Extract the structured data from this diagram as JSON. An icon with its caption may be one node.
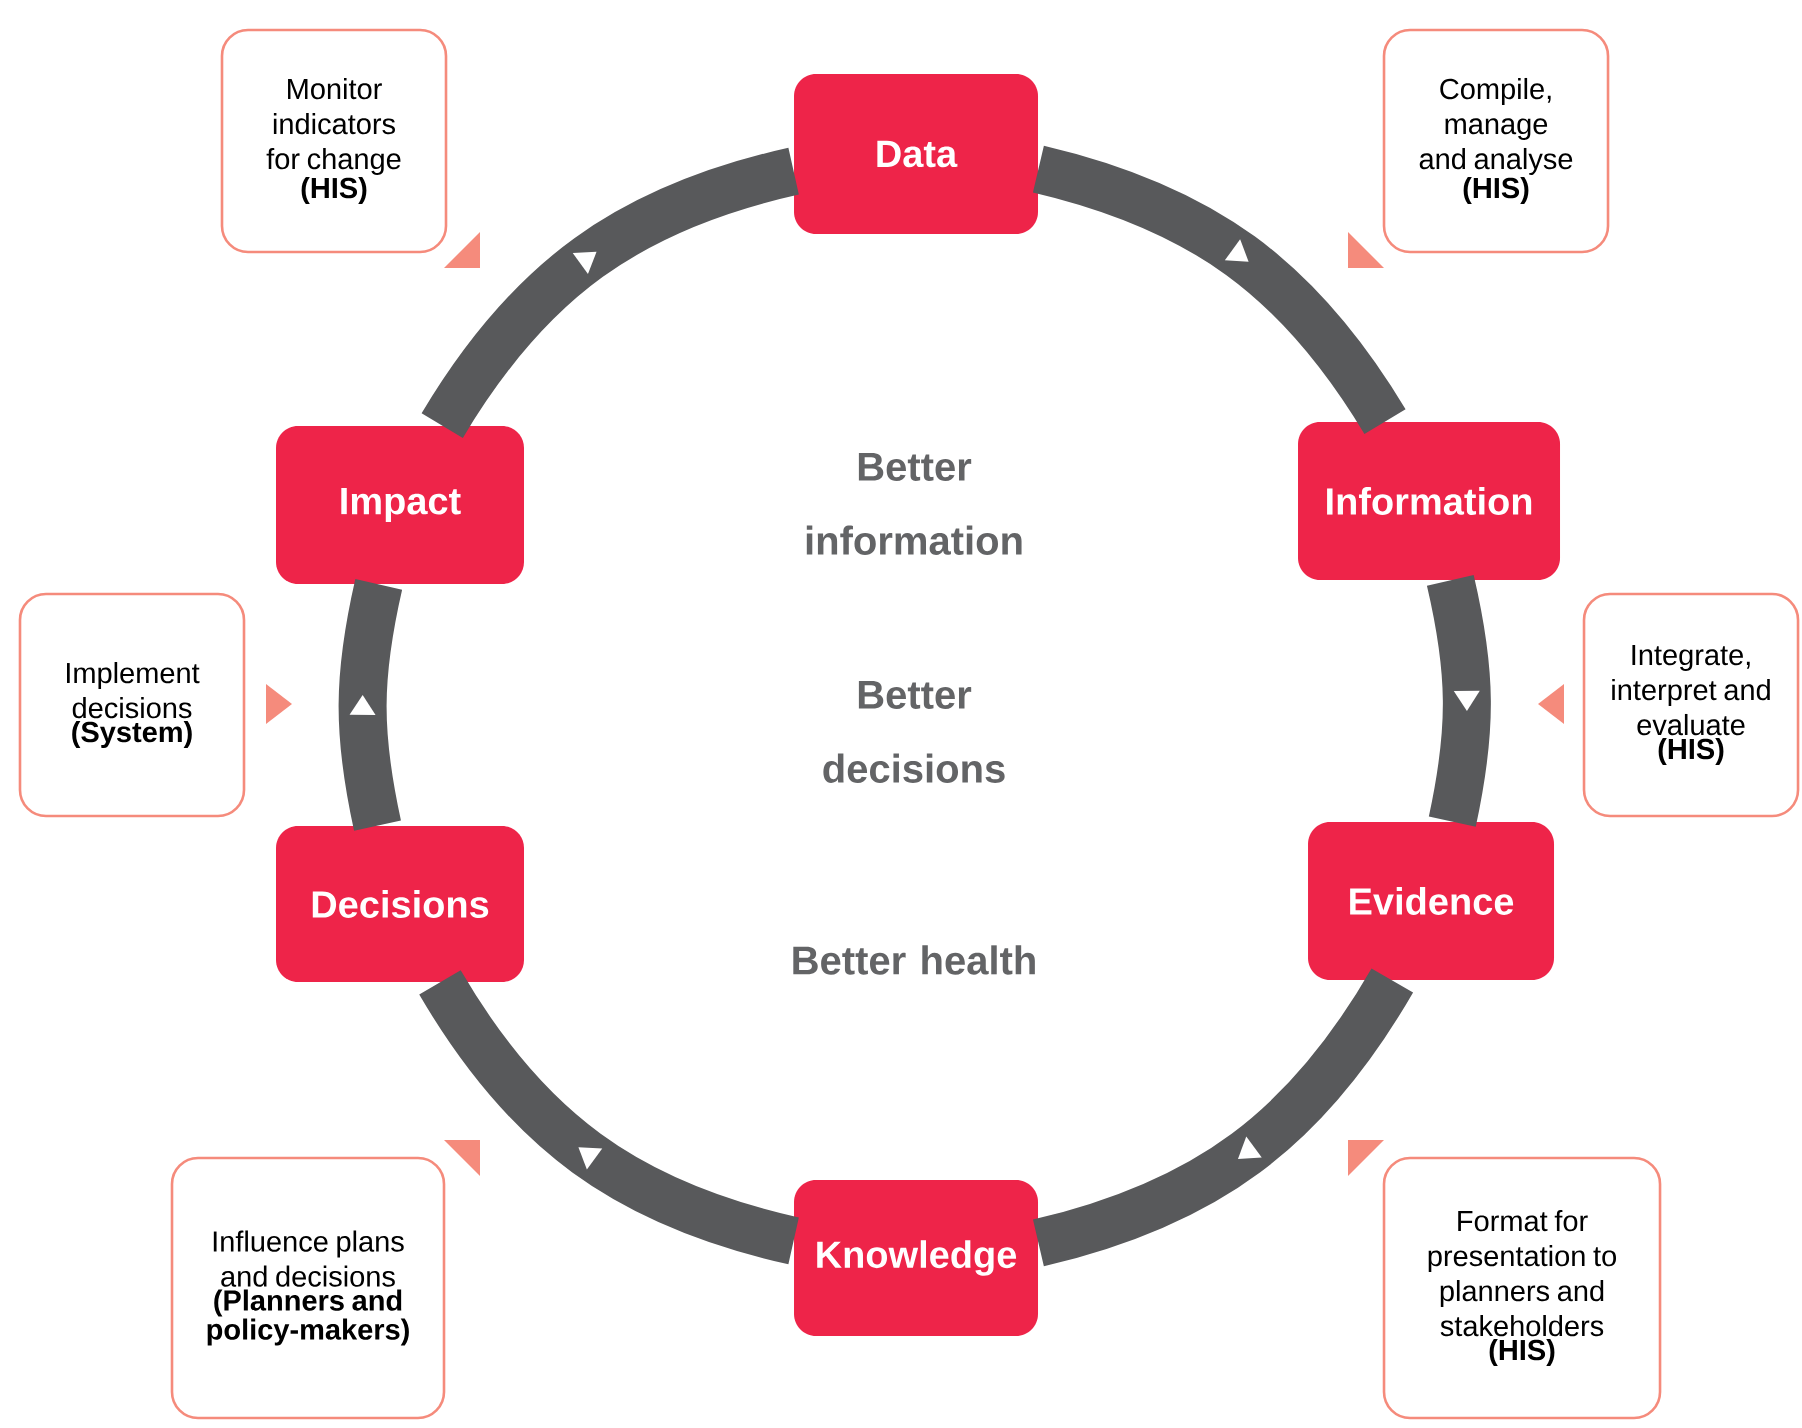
{
  "diagram": {
    "nodes": [
      {
        "text": [
          "Data"
        ]
      },
      {
        "text": [
          "Information"
        ]
      },
      {
        "text": [
          "Evidence"
        ]
      },
      {
        "text": [
          "Knowledge"
        ]
      },
      {
        "text": [
          "Decisions"
        ]
      },
      {
        "text": [
          "Impact"
        ]
      },
      {
        "text": [
          "Monitor indicators for change",
          "(HIS)"
        ]
      },
      {
        "text": [
          "Compile, manage and analyse",
          "(HIS)"
        ]
      },
      {
        "text": [
          "Integrate, interpret and evaluate",
          "(HIS)"
        ]
      },
      {
        "text": [
          "Format for presentation to planners and stakeholders",
          "(HIS)"
        ]
      },
      {
        "text": [
          "Influence plans and decisions",
          "(Planners and policy-makers)"
        ]
      },
      {
        "text": [
          "Implement decisions",
          "(System)"
        ]
      }
    ],
    "edges": [
      {
        "from": 0,
        "to": 1,
        "arrow": "to"
      },
      {
        "from": 1,
        "to": 2,
        "arrow": "to"
      },
      {
        "from": 2,
        "to": 3,
        "arrow": "to"
      },
      {
        "from": 3,
        "to": 4,
        "arrow": "to"
      },
      {
        "from": 4,
        "to": 5,
        "arrow": "to"
      },
      {
        "from": 5,
        "to": 0,
        "arrow": "to"
      }
    ],
    "labels": [
      "Better information",
      "Better decisions",
      "Better health"
    ]
  }
}
